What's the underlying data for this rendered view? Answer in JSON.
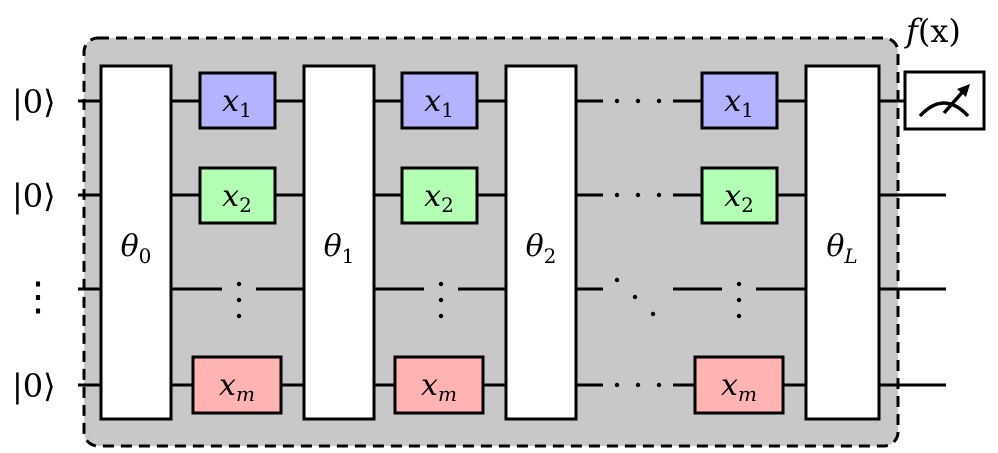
{
  "diagram": {
    "output_label": {
      "base": "f",
      "args": "(x)"
    },
    "qubit_labels": [
      {
        "text": "|0⟩"
      },
      {
        "text": "|0⟩"
      },
      {
        "text": "⋮"
      },
      {
        "text": "|0⟩"
      }
    ],
    "parameter_gates": [
      {
        "symbol": "θ",
        "subscript": "0"
      },
      {
        "symbol": "θ",
        "subscript": "1"
      },
      {
        "symbol": "θ",
        "subscript": "2"
      },
      {
        "symbol": "θ",
        "subscript": "L"
      }
    ],
    "encoding_gates": [
      {
        "symbol": "x",
        "subscript": "1",
        "color": "#b3b3ff"
      },
      {
        "symbol": "x",
        "subscript": "2",
        "color": "#b3ffb3"
      },
      {
        "symbol": "x",
        "subscript": "m",
        "color": "#ffb3b3"
      }
    ],
    "colors": {
      "block_background": "#c8c8c8",
      "block_border": "#000000",
      "wire": "#000000",
      "parameter_gate_fill": "#ffffff"
    },
    "icons": {
      "measurement": "meter-icon"
    }
  }
}
